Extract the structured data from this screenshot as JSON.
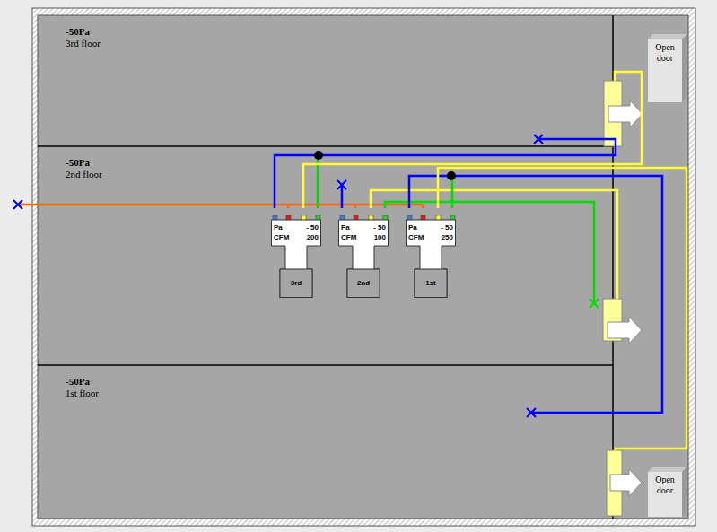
{
  "diagram": {
    "nodes": [
      {
        "text": [
          "-50Pa",
          "3rd floor"
        ]
      },
      {
        "text": [
          "Open door"
        ],
        "in": 0
      },
      {
        "text": [
          "-50Pa",
          "2nd floor"
        ]
      },
      {
        "text": [
          "Pa",
          "- 50",
          "CFM",
          "200",
          "3rd"
        ],
        "in": 2
      },
      {
        "text": [
          "Pa",
          "- 50",
          "CFM",
          "100",
          "2nd"
        ],
        "in": 2
      },
      {
        "text": [
          "Pa",
          "- 50",
          "CFM",
          "250",
          "1st"
        ],
        "in": 2
      },
      {
        "text": [
          "-50Pa",
          "1st floor"
        ]
      },
      {
        "text": [
          "Open door"
        ],
        "in": 6
      }
    ]
  }
}
